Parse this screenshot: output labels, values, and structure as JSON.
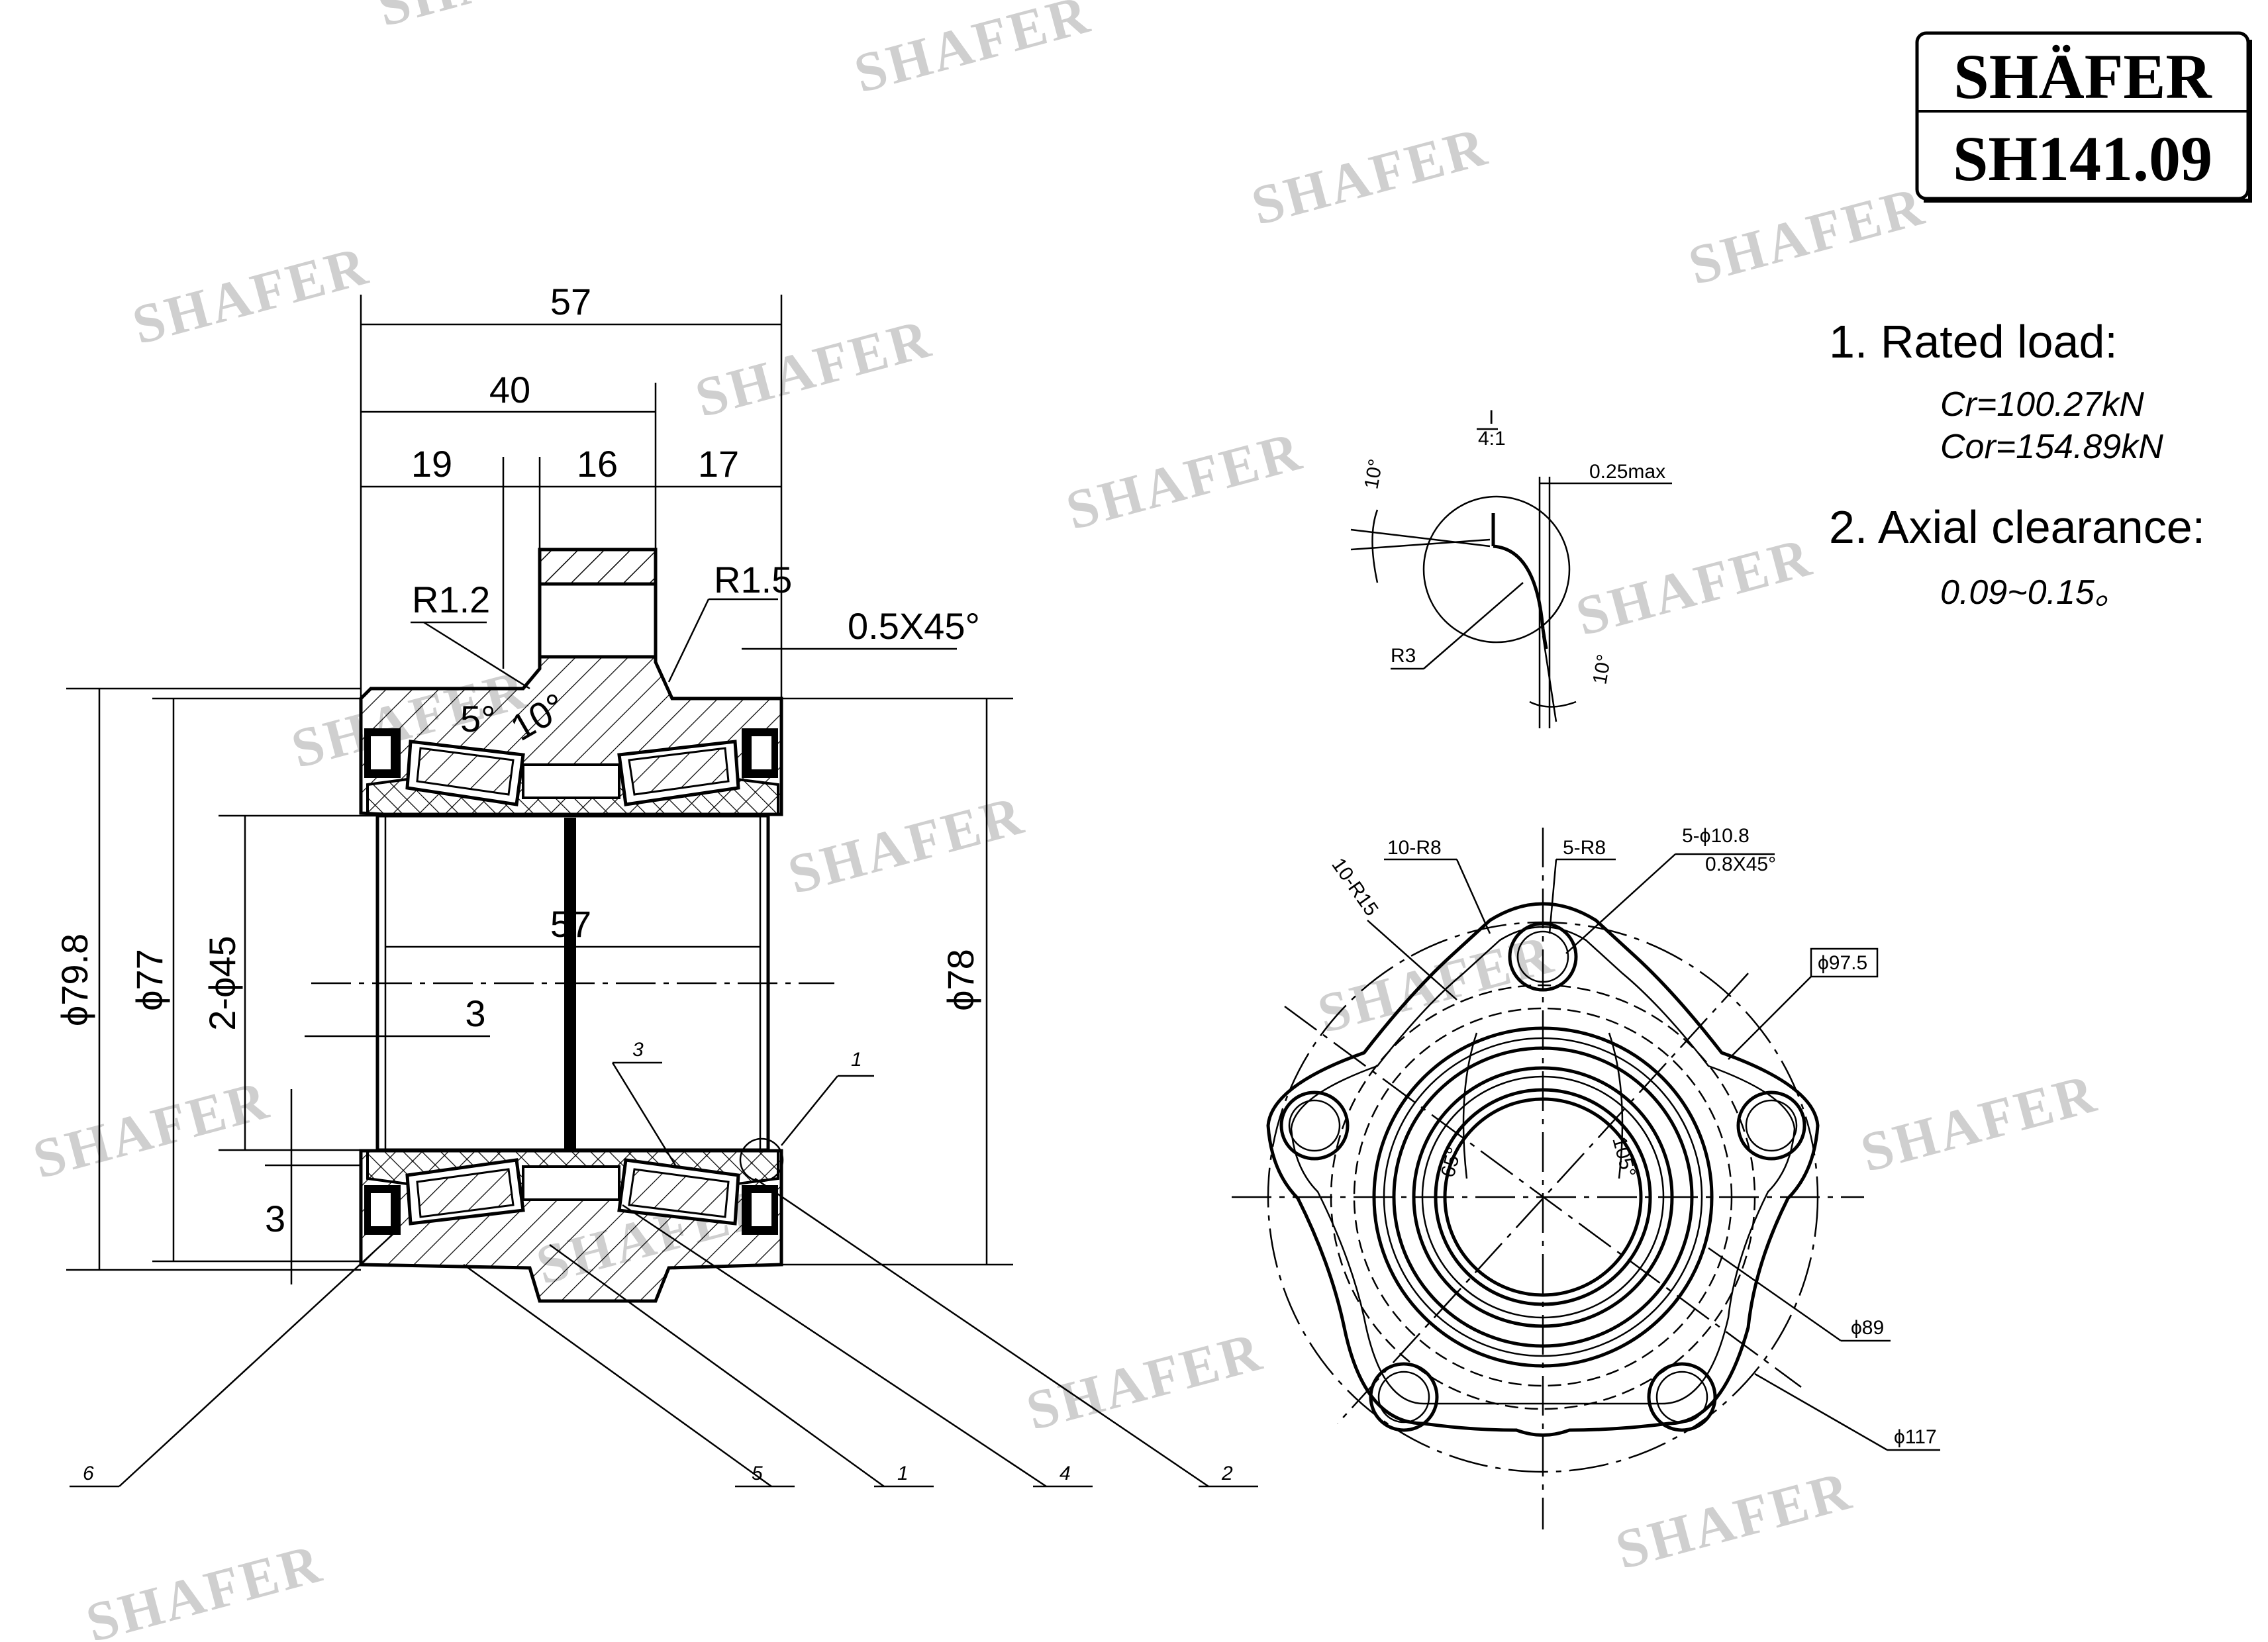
{
  "title_block": {
    "brand": "SHÄFER",
    "part_number": "SH141.09"
  },
  "watermark": "SHAFER",
  "notes": {
    "rated_load_heading": "1. Rated load:",
    "cr": "Cr=100.27kN",
    "cor": "Cor=154.89kN",
    "axial_heading": "2. Axial clearance:",
    "axial_value": "0.09~0.15。"
  },
  "section_dims": {
    "overall_width": "57",
    "width_40": "40",
    "width_19": "19",
    "width_16": "16",
    "width_17": "17",
    "r12": "R1.2",
    "r15": "R1.5",
    "chamfer": "0.5X45°",
    "angle5": "5°",
    "angle10": "10°",
    "outer_dia": "ϕ79.8",
    "dia77": "ϕ77",
    "bore": "2-ϕ45",
    "dia78": "ϕ78",
    "inner_57": "57",
    "gap_3": "3",
    "edge_3": "3",
    "callout_3": "3",
    "callout_1": "1"
  },
  "part_callouts": [
    "6",
    "5",
    "1",
    "4",
    "2"
  ],
  "detail_view": {
    "scale": "4:1",
    "scale_num": "I",
    "max_offset": "0.25max",
    "angle_top": "10°",
    "angle_bottom": "10°",
    "radius": "R3"
  },
  "flange_view": {
    "r8_10": "10-R8",
    "r8_5": "5-R8",
    "r15_10": "10-R15",
    "holes": "5-ϕ10.8",
    "holes_chamfer": "0.8X45°",
    "dia975": "ϕ97.5",
    "angle65": "65°",
    "angle105": "105°",
    "dia89": "ϕ89",
    "dia117": "ϕ117"
  }
}
